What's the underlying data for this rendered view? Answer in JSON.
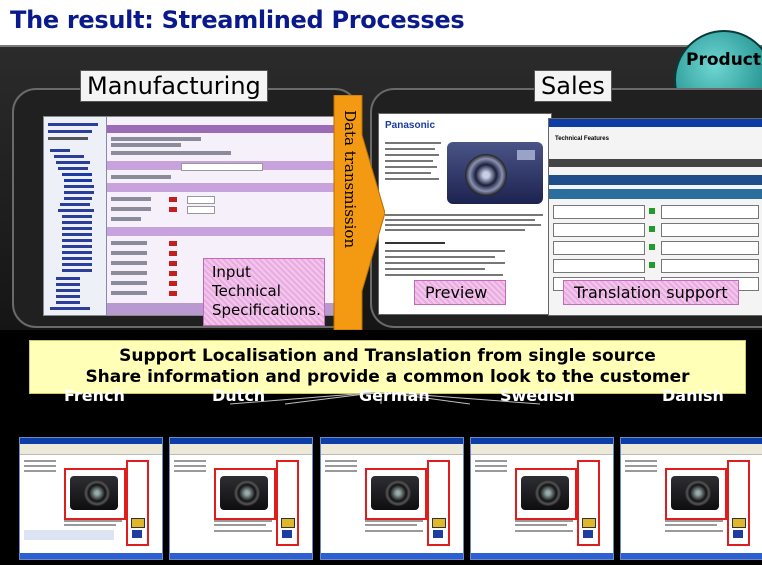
{
  "title": "The result: Streamlined Processes",
  "badge": "Product",
  "manufacturing": {
    "label": "Manufacturing",
    "note_lines": [
      "Input",
      "Technical",
      "Specifications."
    ]
  },
  "arrow_label": "Data transmission",
  "sales": {
    "label": "Sales",
    "preview_tag": "Preview",
    "translation_tag": "Translation support",
    "preview_brand": "Panasonic",
    "translation_heading": "Technical Features"
  },
  "support": {
    "line1": "Support Localisation and Translation from single source",
    "line2": "Share information and provide a common look to the customer"
  },
  "languages": [
    "French",
    "Dutch",
    "German",
    "Swedish",
    "Danish"
  ],
  "colors": {
    "title": "#0a1a8c",
    "arrow": "#f39a12",
    "highlight": "#e01d1d",
    "support_bg": "#ffffb8"
  }
}
